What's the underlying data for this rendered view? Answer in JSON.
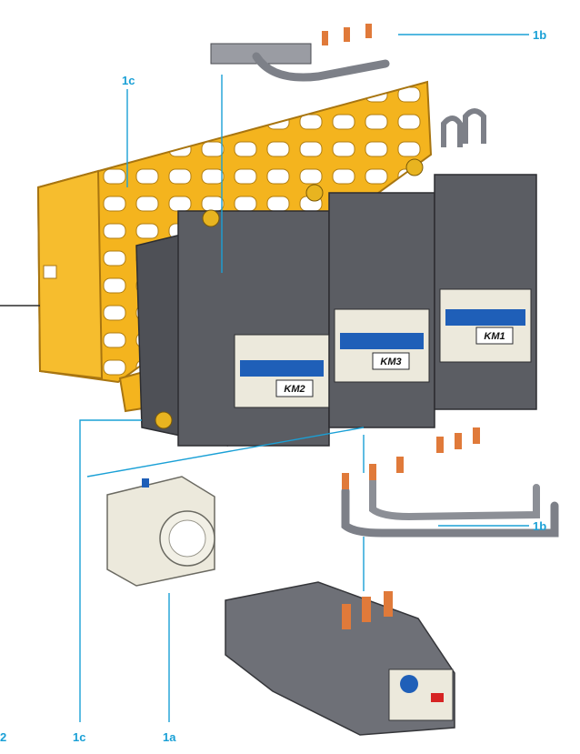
{
  "callouts": {
    "top_right_1b": "1b",
    "top_left_1c": "1c",
    "right_1b": "1b",
    "bottom_2": "2",
    "bottom_1c": "1c",
    "bottom_1a": "1a"
  },
  "contactors": {
    "km1": "KM1",
    "km2": "KM2",
    "km3": "KM3"
  },
  "colors": {
    "callout_blue": "#1aa0d6",
    "rail_yellow": "#f4b41e",
    "contactor_dark": "#595b61",
    "contactor_light": "#ece9dc",
    "accent_blue": "#1f5fb8",
    "terminal_copper": "#e07a3a",
    "link_gray": "#7d8088"
  }
}
